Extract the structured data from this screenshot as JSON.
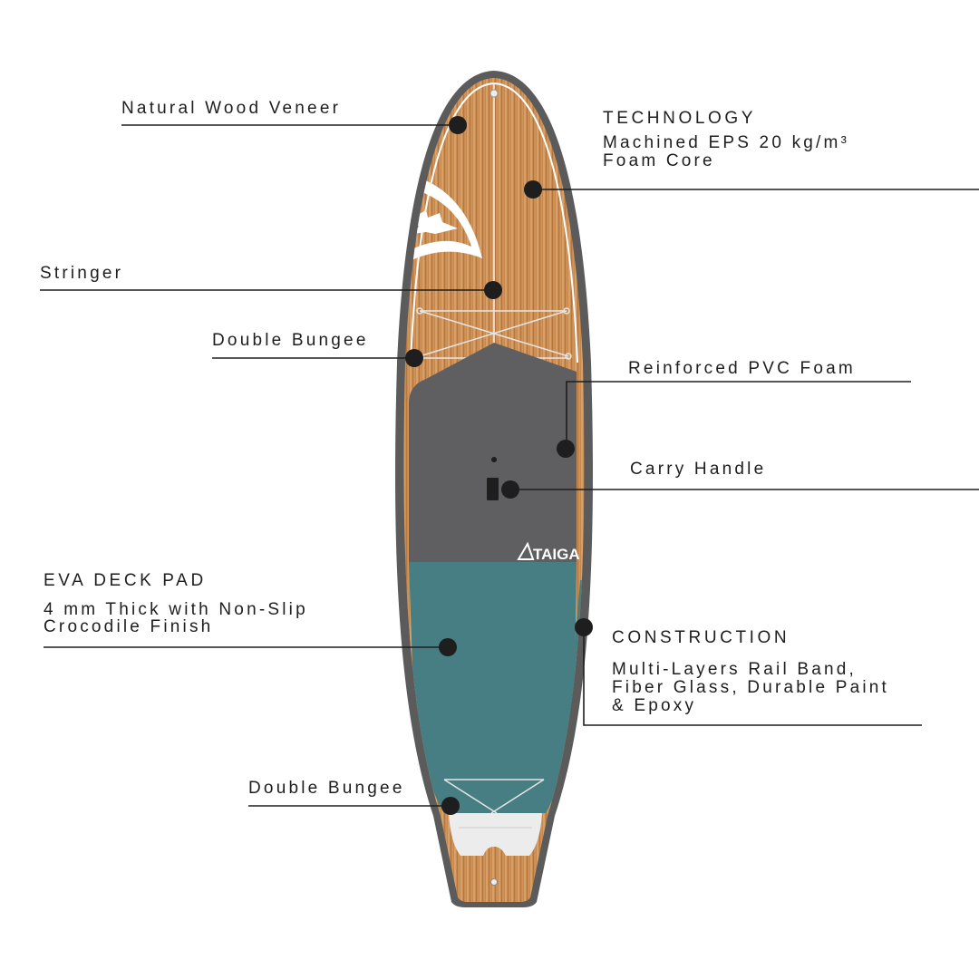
{
  "brand": "TAIGA",
  "colors": {
    "wood": "#c98a4f",
    "rail": "#5b5b5b",
    "deck_grey": "#5f5f61",
    "eva_teal": "#467e83",
    "tail_pad": "#e8e8e8",
    "leader": "#1e1e1e"
  },
  "callouts": {
    "wood_veneer": {
      "label": "Natural Wood Veneer"
    },
    "technology": {
      "title": "TECHNOLOGY",
      "line1": "Machined EPS 20 kg/m³",
      "line2": "Foam Core"
    },
    "stringer": {
      "label": "Stringer"
    },
    "bungee_front": {
      "label": "Double Bungee"
    },
    "pvc_foam": {
      "label": "Reinforced PVC Foam"
    },
    "carry_handle": {
      "label": "Carry Handle"
    },
    "eva_pad": {
      "title": "EVA DECK PAD",
      "line1": "4 mm Thick with Non-Slip",
      "line2": "Crocodile Finish"
    },
    "construction": {
      "title": "CONSTRUCTION",
      "line1": "Multi-Layers Rail Band,",
      "line2": "Fiber Glass, Durable Paint",
      "line3": "& Epoxy"
    },
    "bungee_rear": {
      "label": "Double Bungee"
    }
  }
}
